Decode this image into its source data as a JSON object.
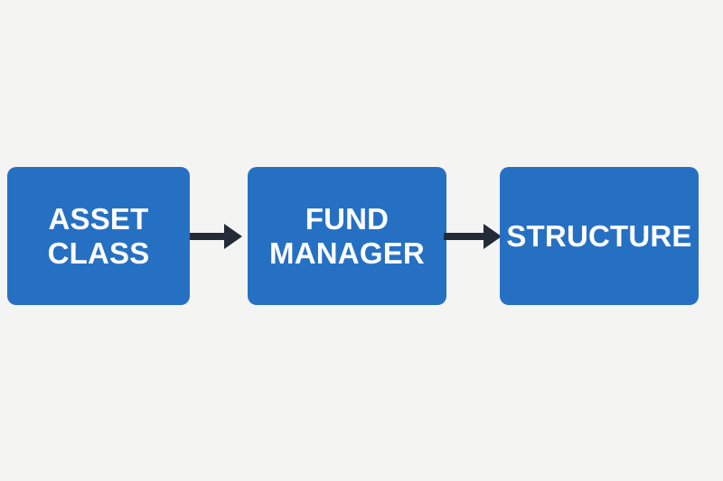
{
  "diagram": {
    "type": "process-flow",
    "orientation": "horizontal",
    "background_color": "#f4f4f2",
    "node_fill_color": "#2670c4",
    "node_text_color": "#ffffff",
    "arrow_color": "#242b38",
    "nodes": [
      {
        "id": "asset-class",
        "label": "ASSET\nCLASS"
      },
      {
        "id": "fund-manager",
        "label": "FUND\nMANAGER"
      },
      {
        "id": "structure",
        "label": "STRUCTURE"
      }
    ],
    "connectors": [
      {
        "id": "arrow-1",
        "icon": "arrow-right-icon",
        "from": "asset-class",
        "to": "fund-manager"
      },
      {
        "id": "arrow-2",
        "icon": "arrow-right-icon",
        "from": "fund-manager",
        "to": "structure"
      }
    ]
  }
}
